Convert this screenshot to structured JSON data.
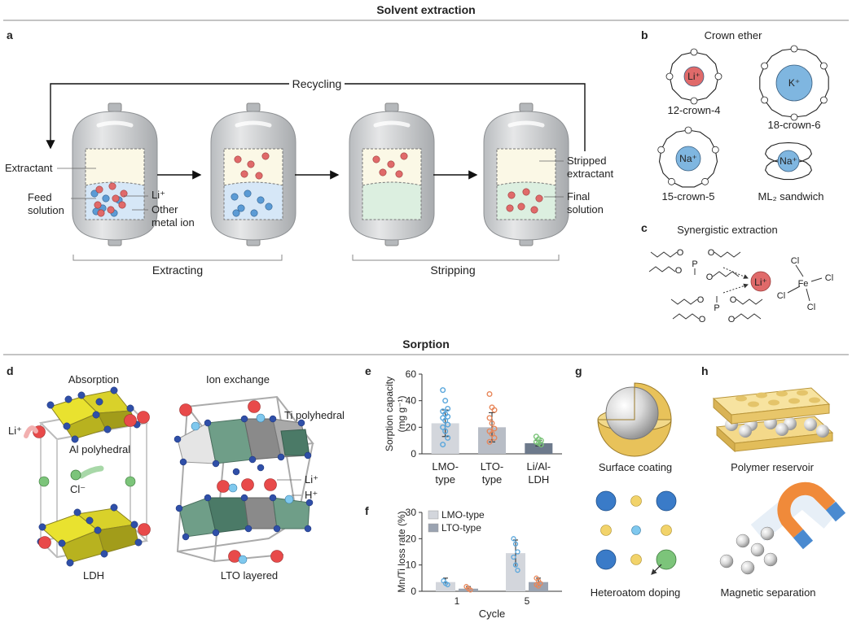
{
  "colors": {
    "li": "#e06a6a",
    "metal": "#5b9bd5",
    "na_k": "#7fb6e0",
    "oil": "#fbf8e6",
    "aq_blue": "#d6e7f7",
    "aq_green": "#dcefe0",
    "lmo": "#d3d6dc",
    "lto": "#9aa3b1",
    "ldh": "#6d7a8c",
    "gold": "#e8c25a",
    "green_ion": "#7cc47a"
  },
  "sections": {
    "top": "Solvent extraction",
    "bottom": "Sorption"
  },
  "panel_a": {
    "letter": "a",
    "recycling": "Recycling",
    "extractant": "Extractant",
    "feed_solution": "Feed\nsolution",
    "li_ion": "Li⁺",
    "other_metal": "Other\nmetal ion",
    "stripped_extractant": "Stripped\nextractant",
    "final_solution": "Final\nsolution",
    "extracting": "Extracting",
    "stripping": "Stripping"
  },
  "panel_b": {
    "letter": "b",
    "title": "Crown ether",
    "ethers": [
      {
        "name": "12-crown-4",
        "ion": "Li⁺"
      },
      {
        "name": "18-crown-6",
        "ion": "K⁺"
      },
      {
        "name": "15-crown-5",
        "ion": "Na⁺"
      },
      {
        "name": "ML₂ sandwich",
        "ion": "Na⁺"
      }
    ],
    "oxygen": "O"
  },
  "panel_c": {
    "letter": "c",
    "title": "Synergistic extraction",
    "ion": "Li⁺",
    "fe": "Fe",
    "cl": "Cl",
    "p": "P",
    "o": "O"
  },
  "panel_d": {
    "letter": "d",
    "absorption": "Absorption",
    "ion_exchange": "Ion exchange",
    "li_ion": "Li⁺",
    "al_polyhedral": "Al polyhedral",
    "cl_ion": "Cl⁻",
    "ldh": "LDH",
    "ti_polyhedral": "Ti polyhedral",
    "li2": "Li⁺",
    "h_ion": "H⁺",
    "lto_layered": "LTO layered"
  },
  "chart_data": [
    {
      "id": "e",
      "type": "bar",
      "ylabel": "Sorption capacity (mg g⁻¹)",
      "ylabel_lines": [
        "Sorption capacity",
        "(mg g⁻¹)"
      ],
      "ylim": [
        0,
        60
      ],
      "yticks": [
        0,
        20,
        40,
        60
      ],
      "categories": [
        "LMO-type",
        "LTO-type",
        "Li/Al-LDH"
      ],
      "category_lines": [
        [
          "LMO-",
          "type"
        ],
        [
          "LTO-",
          "type"
        ],
        [
          "Li/Al-",
          "LDH"
        ]
      ],
      "values": [
        23,
        20,
        8
      ],
      "errors": [
        10,
        11,
        2
      ],
      "points": [
        [
          48,
          40,
          34,
          32,
          30,
          28,
          27,
          25,
          22,
          20,
          17,
          12,
          7
        ],
        [
          45,
          35,
          33,
          27,
          23,
          19,
          17,
          15,
          12,
          9
        ],
        [
          13,
          11,
          10,
          9,
          8,
          7
        ]
      ],
      "bar_colors": [
        "#d3d6dc",
        "#b8bdc6",
        "#6d7a8c"
      ],
      "point_colors": [
        "#5aa7dc",
        "#e8875a",
        "#7cc47a"
      ]
    },
    {
      "id": "f",
      "type": "bar",
      "ylabel": "Mn/Ti loss rate (%)",
      "xlabel": "Cycle",
      "ylim": [
        0,
        30
      ],
      "yticks": [
        0,
        10,
        20,
        30
      ],
      "categories": [
        "1",
        "5"
      ],
      "series": [
        {
          "name": "LMO-type",
          "values": [
            3.5,
            14.5
          ],
          "errors": [
            1.5,
            5
          ],
          "points": [
            [
              4,
              3,
              2.5
            ],
            [
              20,
              18,
              15,
              13,
              10,
              8
            ]
          ]
        },
        {
          "name": "LTO-type",
          "values": [
            1.0,
            3.5
          ],
          "errors": [
            0.8,
            1.5
          ],
          "points": [
            [
              1.8,
              1,
              0.5
            ],
            [
              5,
              4,
              3,
              2.5,
              2
            ]
          ]
        }
      ],
      "legend": "top-left"
    }
  ],
  "panel_e": {
    "letter": "e"
  },
  "panel_f": {
    "letter": "f"
  },
  "panel_g": {
    "letter": "g",
    "surface_coating": "Surface coating",
    "heteroatom_doping": "Heteroatom doping"
  },
  "panel_h": {
    "letter": "h",
    "polymer_reservoir": "Polymer reservoir",
    "magnetic_separation": "Magnetic separation"
  }
}
